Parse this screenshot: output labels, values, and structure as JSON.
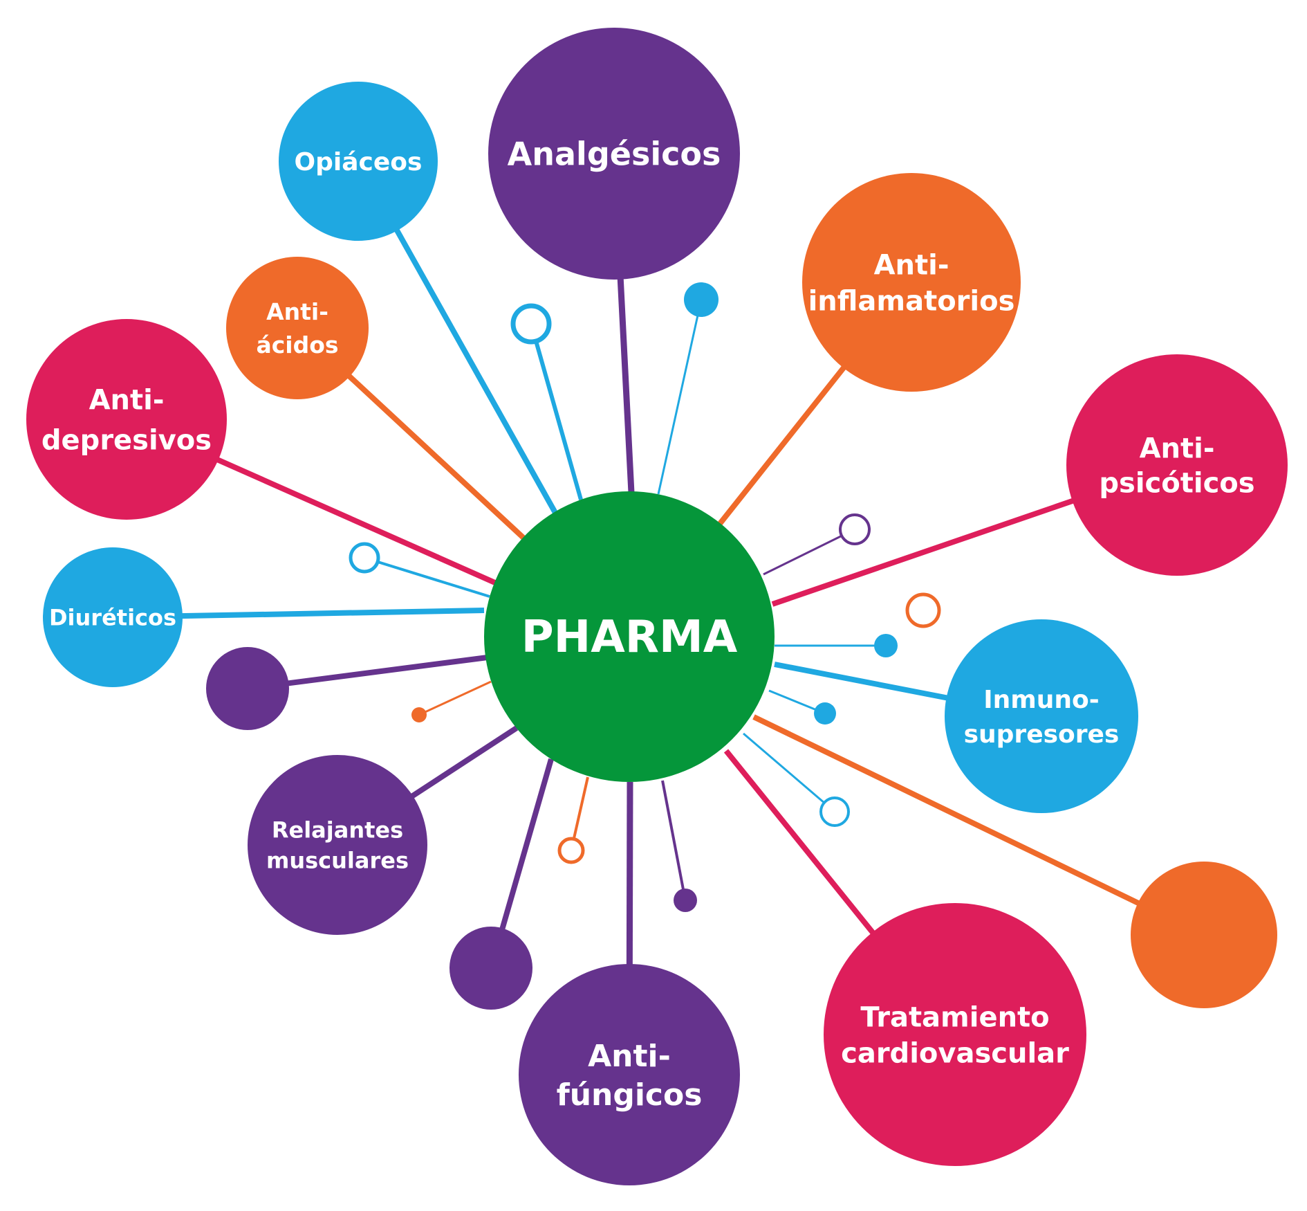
{
  "colors": {
    "green": "#05963A",
    "purple": "#65338D",
    "blue": "#1FA8E1",
    "orange": "#EF6A2A",
    "magenta": "#DE1E5B",
    "background": "#FFFFFF"
  },
  "center": {
    "label": "PHARMA",
    "color": "green"
  },
  "categories": [
    {
      "id": "analgesicos",
      "lines": [
        "Analgésicos"
      ],
      "color": "purple"
    },
    {
      "id": "opiaceos",
      "lines": [
        "Opiáceos"
      ],
      "color": "blue"
    },
    {
      "id": "anti-acidos",
      "lines": [
        "Anti-",
        "ácidos"
      ],
      "color": "orange"
    },
    {
      "id": "anti-depresivos",
      "lines": [
        "Anti-",
        "depresivos"
      ],
      "color": "magenta"
    },
    {
      "id": "diureticos",
      "lines": [
        "Diuréticos"
      ],
      "color": "blue"
    },
    {
      "id": "relajantes-musculares",
      "lines": [
        "Relajantes",
        "musculares"
      ],
      "color": "purple"
    },
    {
      "id": "anti-fungicos",
      "lines": [
        "Anti-",
        "fúngicos"
      ],
      "color": "purple"
    },
    {
      "id": "tratamiento-cardiovascular",
      "lines": [
        "Tratamiento",
        "cardiovascular"
      ],
      "color": "magenta"
    },
    {
      "id": "inmuno-supresores",
      "lines": [
        "Inmuno-",
        "supresores"
      ],
      "color": "blue"
    },
    {
      "id": "anti-psicoticos",
      "lines": [
        "Anti-",
        "psicóticos"
      ],
      "color": "magenta"
    },
    {
      "id": "anti-inflamatorios",
      "lines": [
        "Anti-",
        "inflamatorios"
      ],
      "color": "orange"
    }
  ],
  "unlabeled_nodes": [
    {
      "id": "left-purple-circle",
      "color": "purple"
    },
    {
      "id": "bottom-purple-circle",
      "color": "purple"
    },
    {
      "id": "right-orange-circle",
      "color": "orange"
    }
  ],
  "small_dots": [
    {
      "id": "dot-top-ring",
      "color": "blue",
      "style": "ring"
    },
    {
      "id": "dot-top-fill",
      "color": "blue",
      "style": "filled"
    },
    {
      "id": "dot-left-ring",
      "color": "blue",
      "style": "ring"
    },
    {
      "id": "dot-left-small",
      "color": "orange",
      "style": "filled"
    },
    {
      "id": "dot-bottom-ring-orange",
      "color": "orange",
      "style": "ring"
    },
    {
      "id": "dot-bottom-fill-purple",
      "color": "purple",
      "style": "filled"
    },
    {
      "id": "dot-right-ring-purple",
      "color": "purple",
      "style": "ring"
    },
    {
      "id": "dot-right-ring-orange",
      "color": "orange",
      "style": "ring"
    },
    {
      "id": "dot-right-fill-blue-1",
      "color": "blue",
      "style": "filled"
    },
    {
      "id": "dot-right-fill-blue-2",
      "color": "blue",
      "style": "filled"
    },
    {
      "id": "dot-right-ring-blue",
      "color": "blue",
      "style": "ring"
    }
  ]
}
